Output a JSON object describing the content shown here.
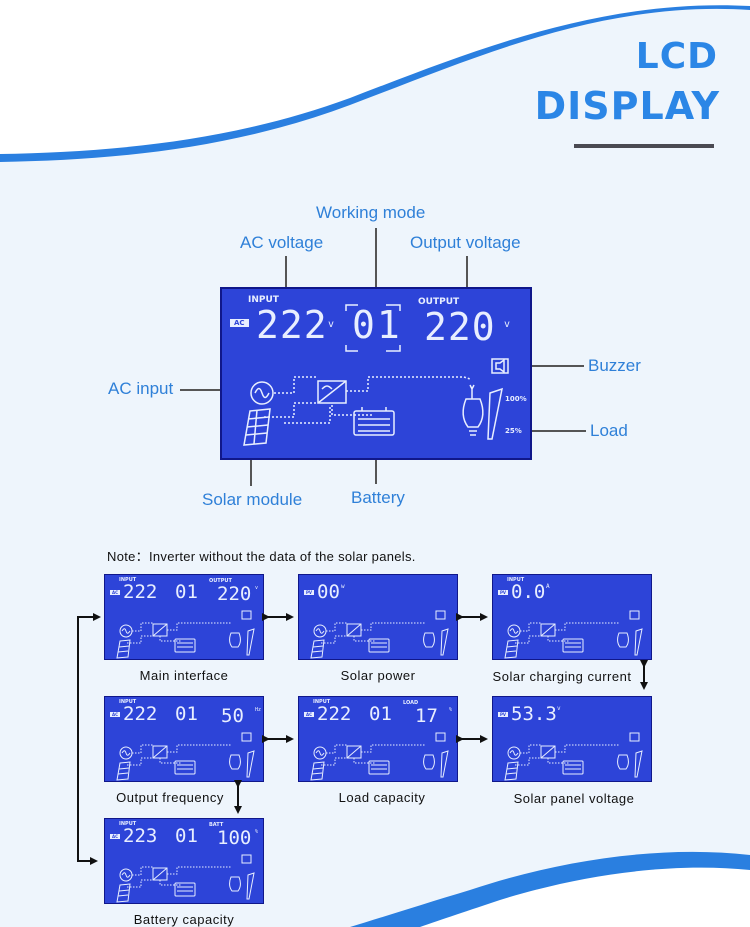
{
  "header": {
    "line1": "LCD",
    "line2": "DISPLAY"
  },
  "diagram": {
    "callouts": {
      "working_mode": "Working mode",
      "ac_voltage": "AC voltage",
      "output_voltage": "Output voltage",
      "buzzer": "Buzzer",
      "ac_input": "AC input",
      "load": "Load",
      "solar_module": "Solar module",
      "battery": "Battery"
    },
    "lcd": {
      "input_label": "INPUT",
      "output_label": "OUTPUT",
      "ac_tag": "AC",
      "input_value": "222",
      "mode_value": "01",
      "output_value": "220",
      "unit_v": "v",
      "load_full": "100%",
      "load_low": "25%"
    }
  },
  "note": "Note：Inverter without the data of the solar panels.",
  "screens": [
    {
      "caption": "Main interface",
      "top_left": "INPUT",
      "top_right": "OUTPUT",
      "tag": "AC",
      "left": "222",
      "mid": "01",
      "right": "220",
      "right_unit": "v"
    },
    {
      "caption": "Solar power",
      "tag": "PV",
      "left": "00",
      "left_unit": "w"
    },
    {
      "caption": "Solar charging current",
      "top_left": "INPUT",
      "tag": "PV",
      "left": "0.0",
      "left_unit": "A"
    },
    {
      "caption": "Output frequency",
      "top_left": "INPUT",
      "tag": "AC",
      "left": "222",
      "mid": "01",
      "right": "50",
      "right_unit": "Hz"
    },
    {
      "caption": "Load capacity",
      "top_left": "INPUT",
      "top_right": "LOAD",
      "tag": "AC",
      "left": "222",
      "mid": "01",
      "right": "17",
      "right_unit": "%"
    },
    {
      "caption": "Solar panel voltage",
      "tag": "PV",
      "left": "53.3",
      "left_unit": "v"
    },
    {
      "caption": "Battery capacity",
      "top_left": "INPUT",
      "top_right": "BATT",
      "tag": "AC",
      "left": "223",
      "mid": "01",
      "right": "100",
      "right_unit": "%"
    }
  ]
}
